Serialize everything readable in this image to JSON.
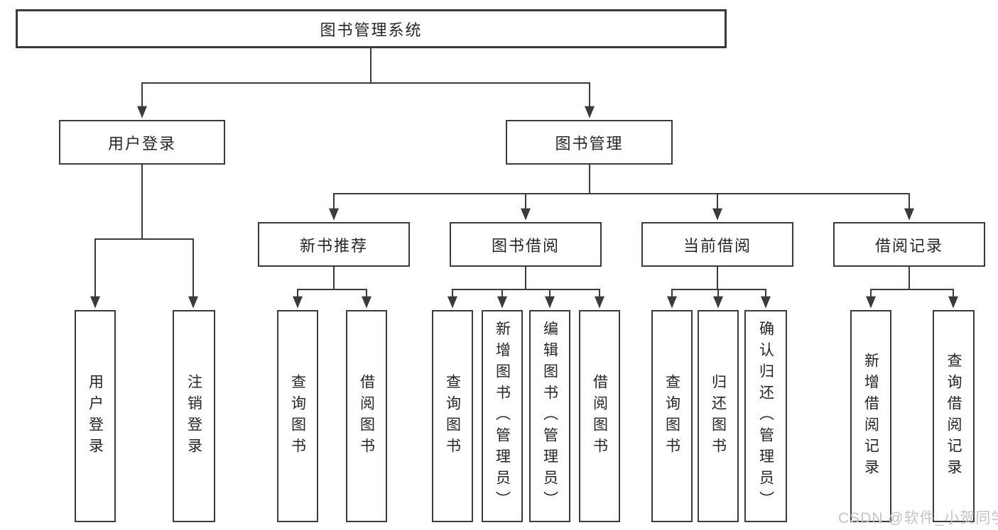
{
  "diagram_type": "tree",
  "colors": {
    "line": "#3b3b3b",
    "box_border": "#3b3b3b",
    "text": "#262626",
    "background": "#ffffff",
    "watermark": "#c3c3c3"
  },
  "tree": {
    "root": {
      "label": "图书管理系统"
    },
    "branches": [
      {
        "label": "用户登录",
        "children": [
          {
            "label": "用户登录"
          },
          {
            "label": "注销登录"
          }
        ]
      },
      {
        "label": "图书管理",
        "children": [
          {
            "label": "新书推荐",
            "children": [
              {
                "label": "查询图书"
              },
              {
                "label": "借阅图书"
              }
            ]
          },
          {
            "label": "图书借阅",
            "children": [
              {
                "label": "查询图书"
              },
              {
                "label": "新增图书（管理员）"
              },
              {
                "label": "编辑图书（管理员）"
              },
              {
                "label": "借阅图书"
              }
            ]
          },
          {
            "label": "当前借阅",
            "children": [
              {
                "label": "查询图书"
              },
              {
                "label": "归还图书"
              },
              {
                "label": "确认归还（管理员）"
              }
            ]
          },
          {
            "label": "借阅记录",
            "children": [
              {
                "label": "新增借阅记录"
              },
              {
                "label": "查询借阅记录"
              }
            ]
          }
        ]
      }
    ]
  },
  "watermark": "CSDN @软件_小贺同学"
}
